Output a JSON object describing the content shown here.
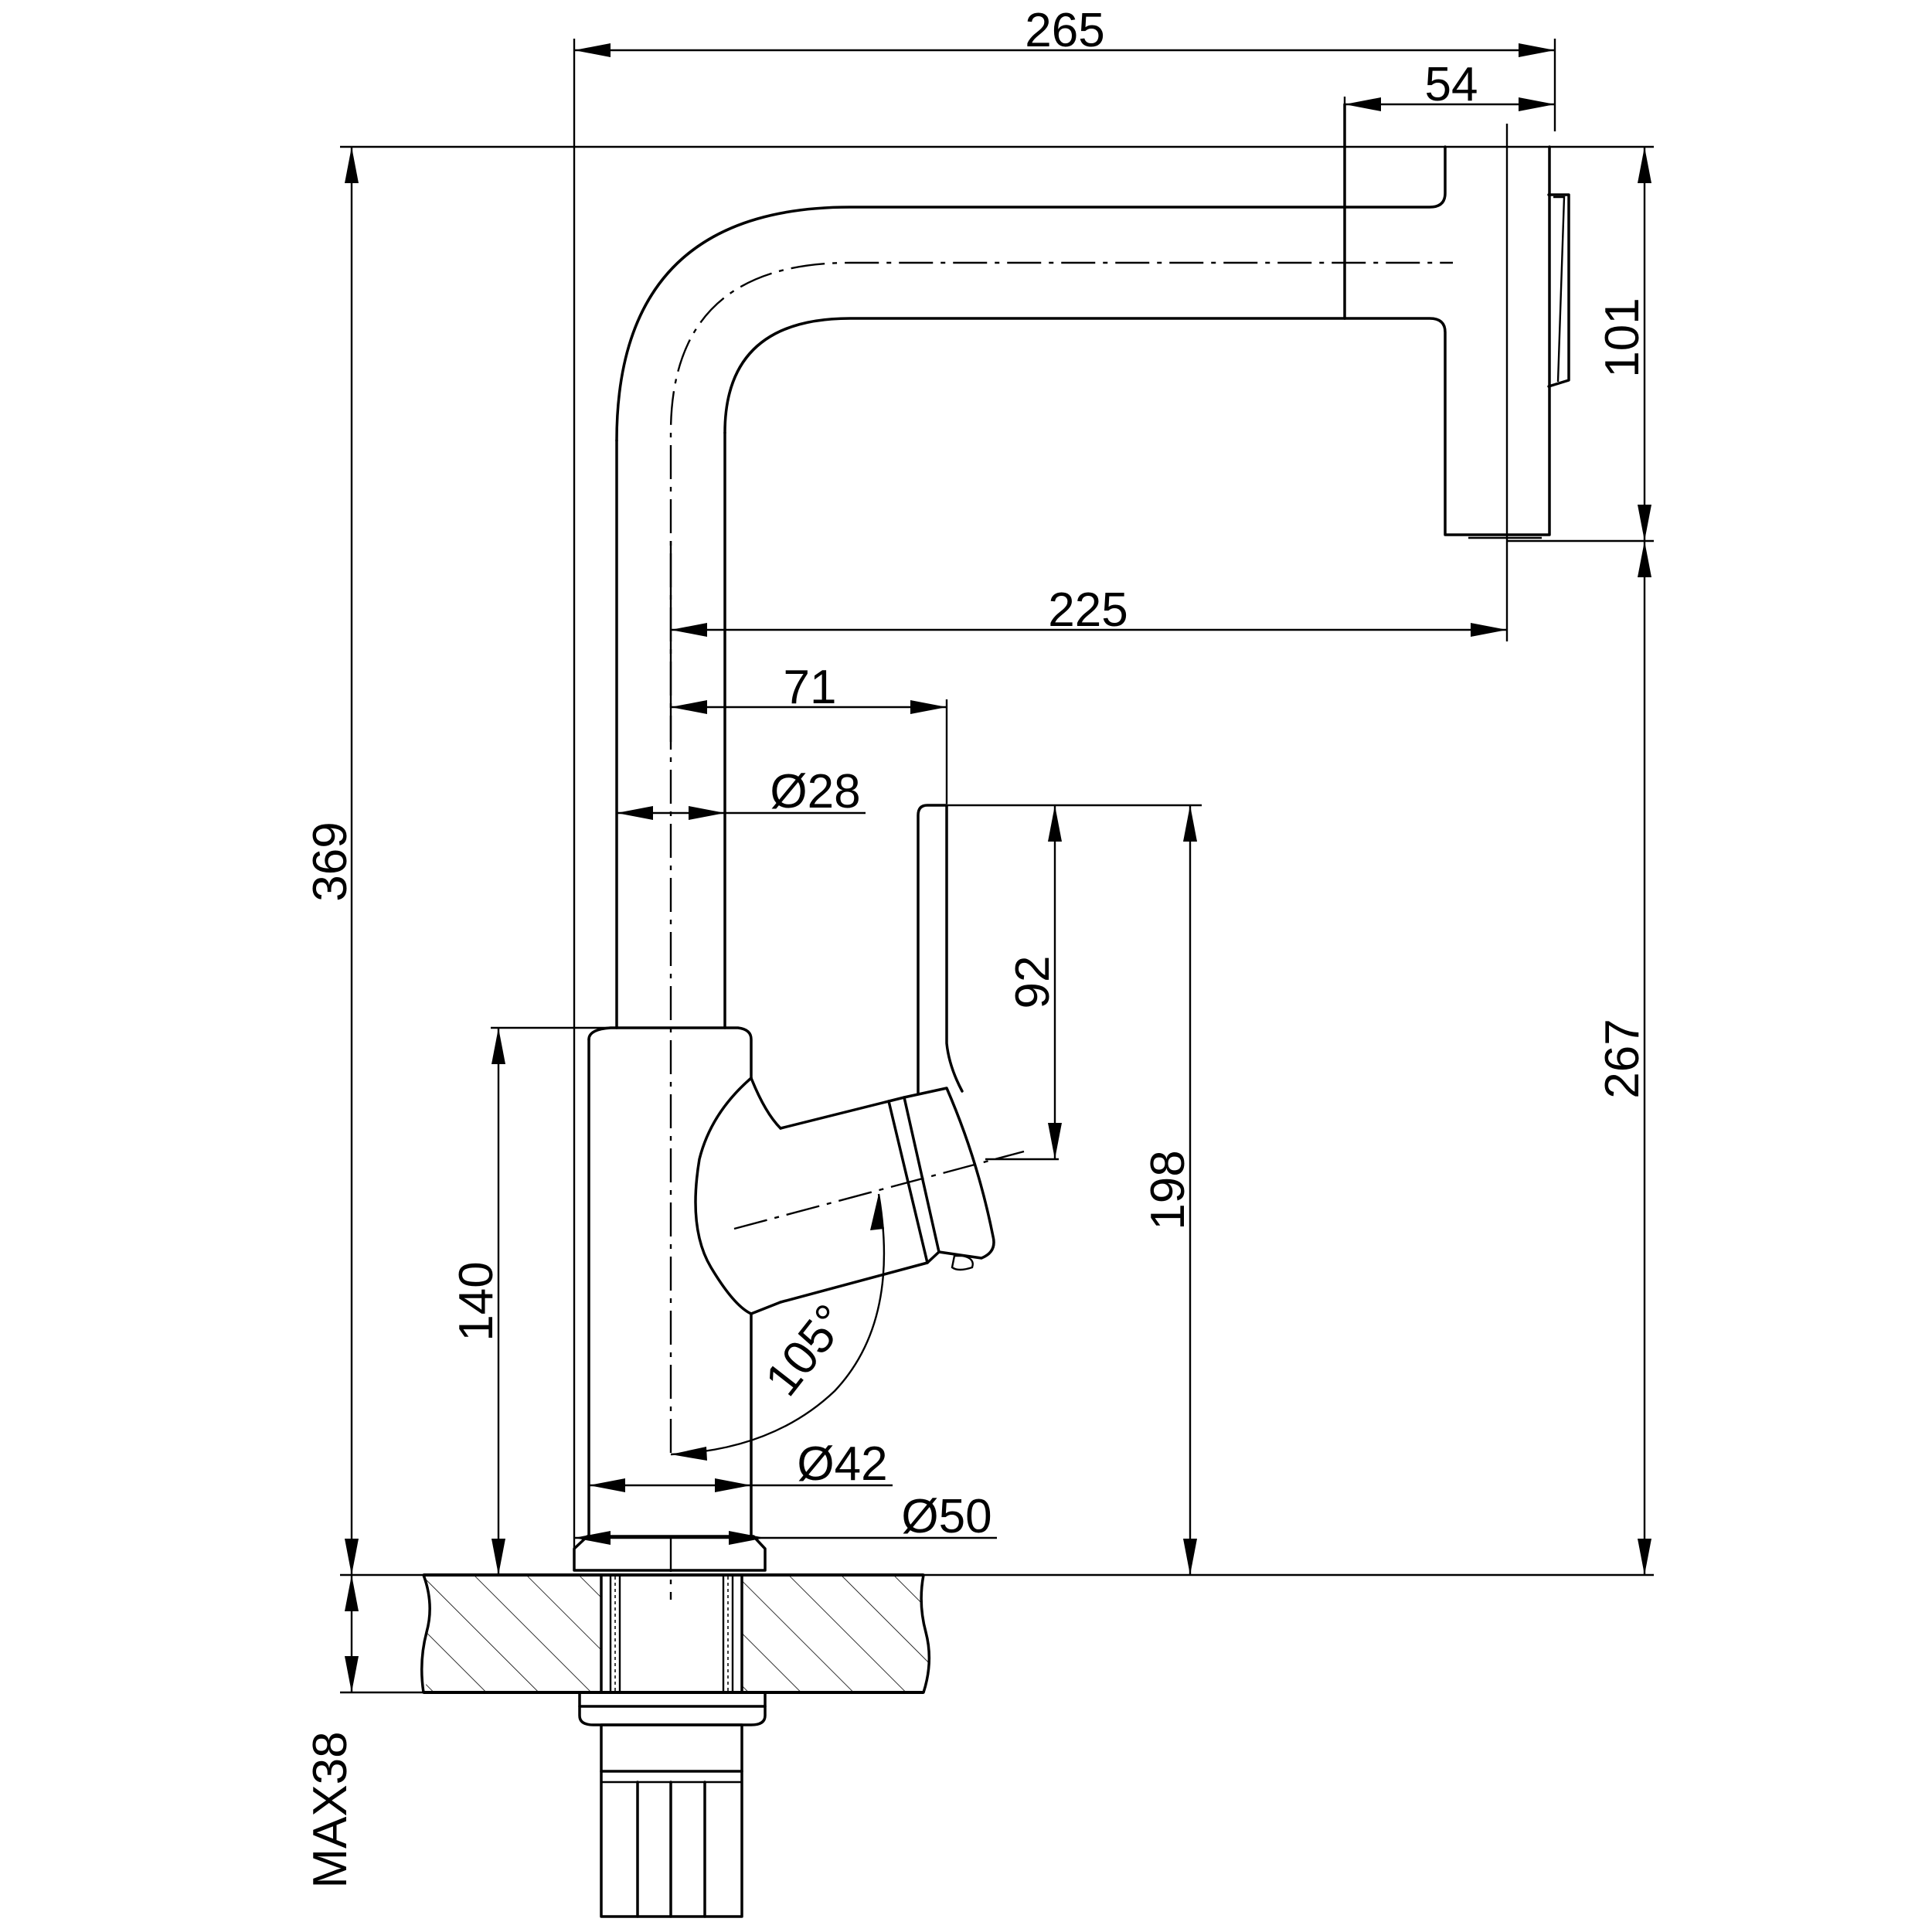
{
  "drawing": {
    "labels": {
      "total_width": "265",
      "spray_head_width": "54",
      "total_height": "369",
      "spray_head_height": "101",
      "reach": "225",
      "handle_offset": "71",
      "spout_diameter": "Ø28",
      "handle_height": "92",
      "handle_top_height": "198",
      "outlet_height": "267",
      "body_height": "140",
      "handle_angle": "105°",
      "body_diameter": "Ø42",
      "base_diameter": "Ø50",
      "max_counter_thickness": "MAX38"
    }
  }
}
